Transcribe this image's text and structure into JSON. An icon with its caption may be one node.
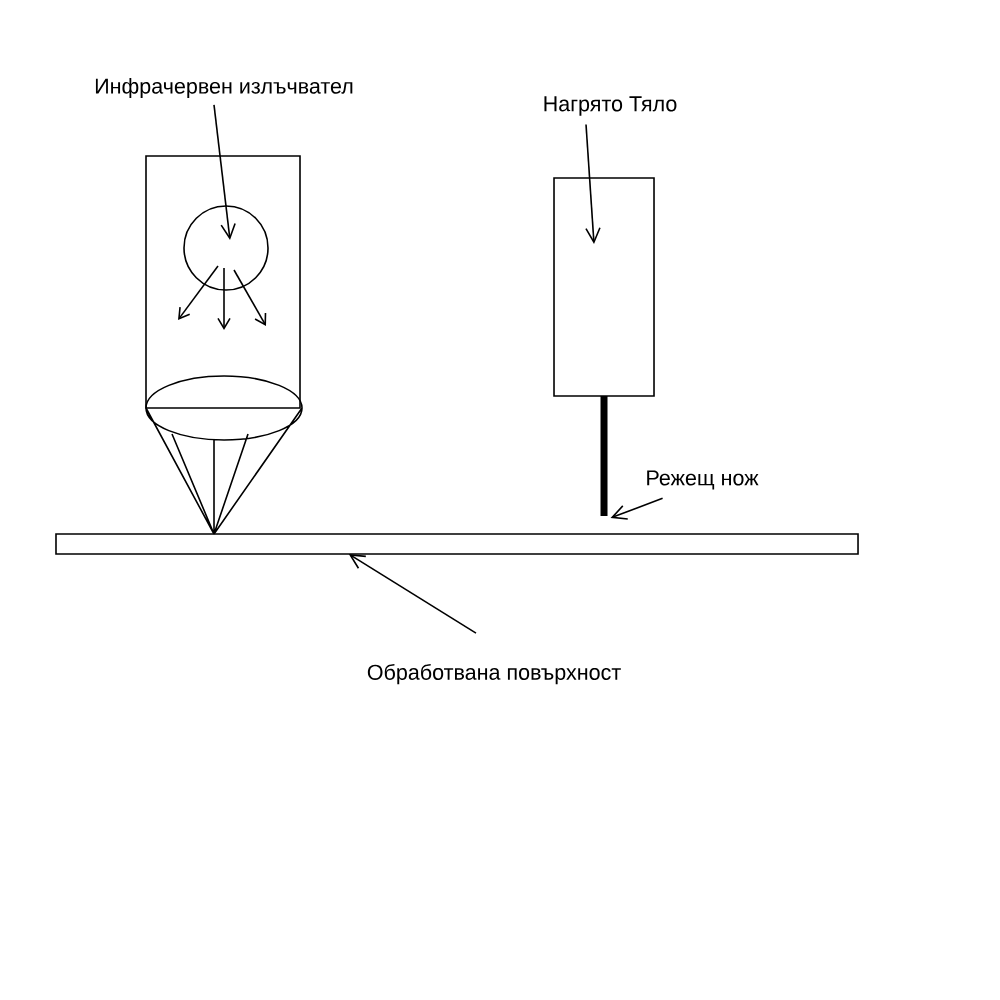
{
  "diagram": {
    "nodes": [
      {
        "text": [
          "Инфрачервен излъчвател"
        ]
      },
      {
        "text": [
          "Нагрято Тяло"
        ]
      },
      {
        "text": [],
        "shape": "box"
      },
      {
        "text": [],
        "shape": "circle",
        "in": 2
      },
      {
        "text": [],
        "shape": "box"
      },
      {
        "text": [],
        "shape": "bar"
      },
      {
        "text": [
          "Режещ нож"
        ]
      },
      {
        "text": [],
        "shape": "box"
      },
      {
        "text": [
          "Обработвана повърхност"
        ]
      }
    ],
    "edges": [
      {
        "from": 0,
        "to": 3,
        "arrow": "to"
      },
      {
        "from": 1,
        "to": 4,
        "arrow": "to"
      },
      {
        "from": 6,
        "to": 5,
        "arrow": "to"
      },
      {
        "from": 8,
        "to": 7,
        "arrow": "to"
      }
    ]
  }
}
